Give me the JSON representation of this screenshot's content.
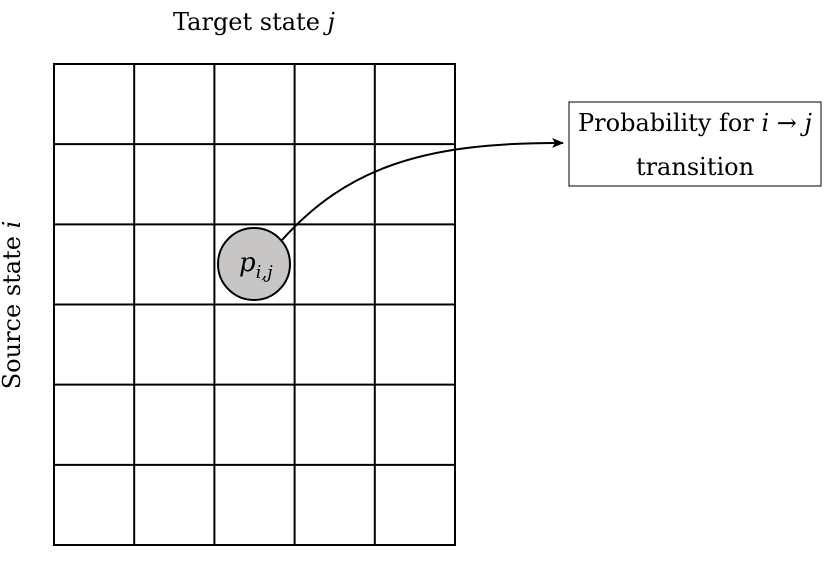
{
  "axes": {
    "top_label": {
      "text": "Target state ",
      "var": "j"
    },
    "left_label": {
      "text": "Source state ",
      "var": "i"
    }
  },
  "grid": {
    "rows": 6,
    "cols": 5,
    "highlight": {
      "row": 2,
      "col": 2
    }
  },
  "cell_label": {
    "base": "p",
    "subscript": "i,j"
  },
  "callout": {
    "line1_text": "Probability for ",
    "line1_var_from": "i",
    "line1_arrow": " → ",
    "line1_var_to": "j",
    "line2_text": "transition"
  },
  "colors": {
    "highlight_fill": "#c8c6c4",
    "lines": "#000000",
    "background": "#ffffff"
  }
}
